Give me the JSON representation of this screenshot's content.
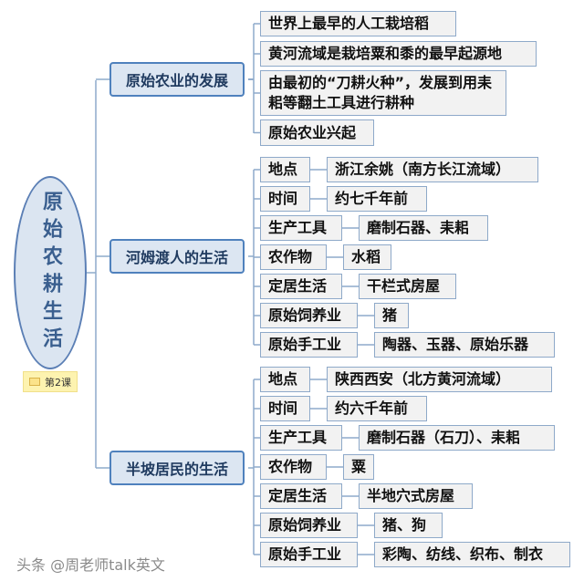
{
  "root": {
    "title": "原始农耕生活",
    "badge": "第2课"
  },
  "branches": [
    {
      "label": "原始农业的发展",
      "items": [
        "世界上最早的人工栽培稻",
        "黄河流域是栽培粟和黍的最早起源地",
        "由最初的“刀耕火种”，发展到用耒耜等翻土工具进行耕种",
        "原始农业兴起"
      ]
    },
    {
      "label": "河姆渡人的生活",
      "pairs": [
        {
          "key": "地点",
          "value": "浙江余姚（南方长江流域）"
        },
        {
          "key": "时间",
          "value": "约七千年前"
        },
        {
          "key": "生产工具",
          "value": "磨制石器、耒耜"
        },
        {
          "key": "农作物",
          "value": "水稻"
        },
        {
          "key": "定居生活",
          "value": "干栏式房屋"
        },
        {
          "key": "原始饲养业",
          "value": "猪"
        },
        {
          "key": "原始手工业",
          "value": "陶器、玉器、原始乐器"
        }
      ]
    },
    {
      "label": "半坡居民的生活",
      "pairs": [
        {
          "key": "地点",
          "value": "陕西西安（北方黄河流域）"
        },
        {
          "key": "时间",
          "value": "约六千年前"
        },
        {
          "key": "生产工具",
          "value": "磨制石器（石刀）、耒耜"
        },
        {
          "key": "农作物",
          "value": "粟"
        },
        {
          "key": "定居生活",
          "value": "半地穴式房屋"
        },
        {
          "key": "原始饲养业",
          "value": "猪、狗"
        },
        {
          "key": "原始手工业",
          "value": "彩陶、纺线、织布、制衣"
        }
      ]
    }
  ],
  "watermark": "头条 @周老师talk英文"
}
